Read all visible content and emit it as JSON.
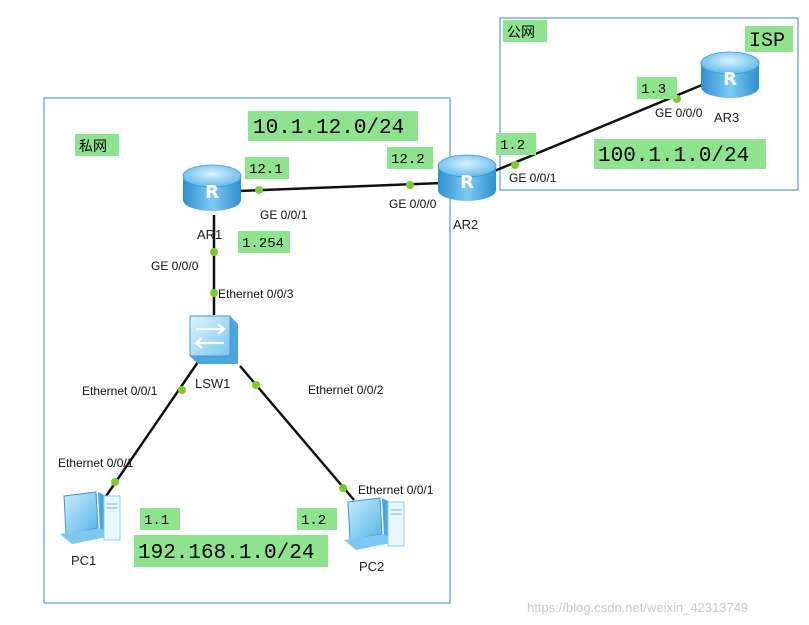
{
  "zones": {
    "private_label": "私网",
    "public_label": "公网",
    "isp_label": "ISP"
  },
  "subnets": {
    "link_ar1_ar2": "10.1.12.0/24",
    "link_ar2_ar3": "100.1.1.0/24",
    "lan": "192.168.1.0/24"
  },
  "devices": {
    "ar1": "AR1",
    "ar2": "AR2",
    "ar3": "AR3",
    "lsw1": "LSW1",
    "pc1": "PC1",
    "pc2": "PC2"
  },
  "ports": {
    "ar1_g001": "GE 0/0/1",
    "ar1_g000": "GE 0/0/0",
    "ar2_g000": "GE 0/0/0",
    "ar2_g001": "GE 0/0/1",
    "ar3_g000": "GE 0/0/0",
    "lsw1_e003": "Ethernet 0/0/3",
    "lsw1_e001": "Ethernet 0/0/1",
    "lsw1_e002": "Ethernet 0/0/2",
    "pc1_e001": "Ethernet 0/0/1",
    "pc2_e001": "Ethernet 0/0/1"
  },
  "addresses": {
    "ar1_g001": "12.1",
    "ar1_g000": "1.254",
    "ar2_g000": "12.2",
    "ar2_g001": "1.2",
    "ar3_g000": "1.3",
    "pc1": "1.1",
    "pc2": "1.2"
  },
  "watermark": "https://blog.csdn.net/weixin_42313749"
}
